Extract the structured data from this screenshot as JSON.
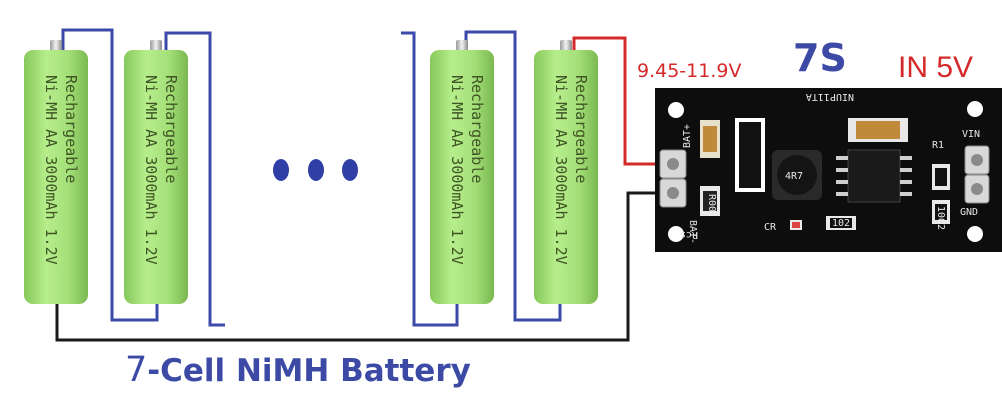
{
  "cell": {
    "line1": "Ni-MH AA 3000mAh 1.2V",
    "line2": "Rechargeable"
  },
  "ellipsis": "...",
  "voltage_range": "9.45-11.9V",
  "series_label": "7S",
  "input_label": "IN 5V",
  "caption": {
    "prefix": "7",
    "text": "-Cell NiMH Battery"
  },
  "board": {
    "model": "NIUP11TA",
    "pin_bat_plus": "BAT+",
    "pin_bat_minus": "BAT-",
    "pin_vin": "VIN",
    "pin_gnd": "GND",
    "ref_r1": "R1",
    "ref_rcs": "Rcs",
    "ref_cr": "CR",
    "ref_inductor": "4R7",
    "ref_resistor": "R00",
    "ref_led_res": "102",
    "ref_cap": "1002"
  },
  "colors": {
    "cell_green": "#a8e27c",
    "wire_blue": "#3b4aa8",
    "wire_red": "#d42a2a",
    "wire_black": "#1a1a1a",
    "pcb": "#0d0d0d"
  }
}
